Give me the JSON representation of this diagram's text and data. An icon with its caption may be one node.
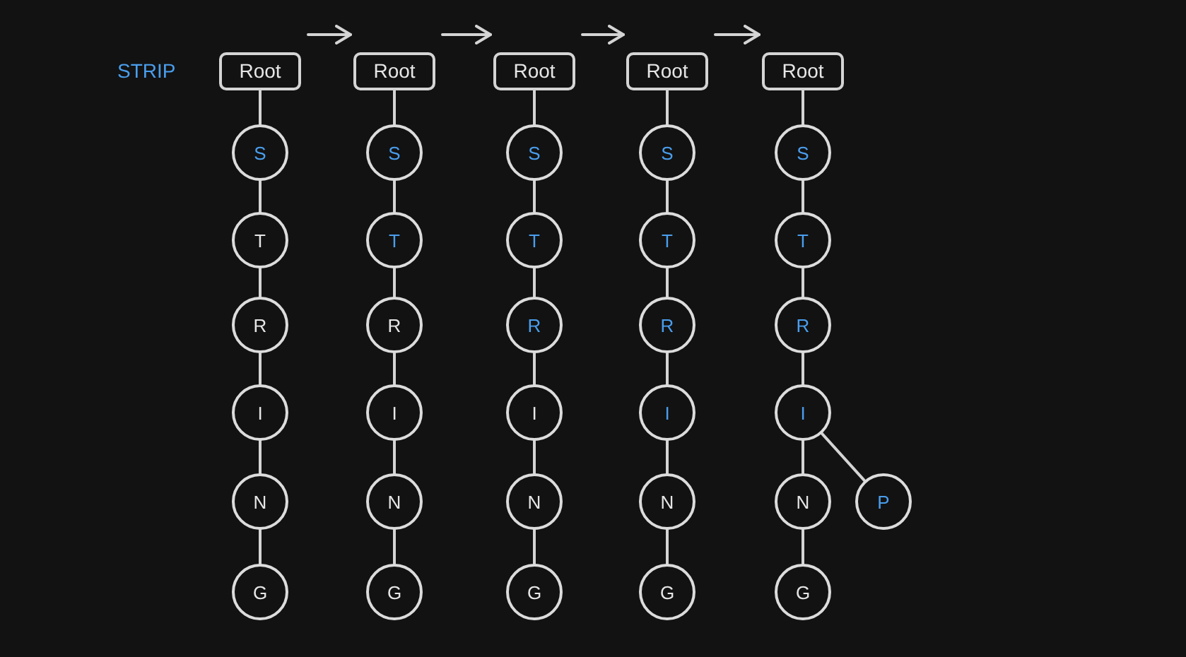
{
  "diagram": {
    "nodes": [
      {
        "text": [
          "Root"
        ]
      },
      {
        "text": [
          "S"
        ]
      },
      {
        "text": [
          "T"
        ]
      },
      {
        "text": [
          "R"
        ]
      },
      {
        "text": [
          "I"
        ]
      },
      {
        "text": [
          "N"
        ]
      },
      {
        "text": [
          "G"
        ]
      },
      {
        "text": [
          "Root"
        ]
      },
      {
        "text": [
          "S"
        ]
      },
      {
        "text": [
          "T"
        ]
      },
      {
        "text": [
          "R"
        ]
      },
      {
        "text": [
          "I"
        ]
      },
      {
        "text": [
          "N"
        ]
      },
      {
        "text": [
          "G"
        ]
      },
      {
        "text": [
          "Root"
        ]
      },
      {
        "text": [
          "S"
        ]
      },
      {
        "text": [
          "T"
        ]
      },
      {
        "text": [
          "R"
        ]
      },
      {
        "text": [
          "I"
        ]
      },
      {
        "text": [
          "N"
        ]
      },
      {
        "text": [
          "G"
        ]
      },
      {
        "text": [
          "Root"
        ]
      },
      {
        "text": [
          "S"
        ]
      },
      {
        "text": [
          "T"
        ]
      },
      {
        "text": [
          "R"
        ]
      },
      {
        "text": [
          "I"
        ]
      },
      {
        "text": [
          "N"
        ]
      },
      {
        "text": [
          "G"
        ]
      },
      {
        "text": [
          "Root"
        ]
      },
      {
        "text": [
          "S"
        ]
      },
      {
        "text": [
          "T"
        ]
      },
      {
        "text": [
          "R"
        ]
      },
      {
        "text": [
          "I"
        ]
      },
      {
        "text": [
          "N"
        ]
      },
      {
        "text": [
          "G"
        ]
      },
      {
        "text": [
          "P"
        ]
      }
    ],
    "edges": [
      {
        "from": 0,
        "to": 7,
        "arrow": "to"
      },
      {
        "from": 7,
        "to": 14,
        "arrow": "to"
      },
      {
        "from": 14,
        "to": 21,
        "arrow": "to"
      },
      {
        "from": 21,
        "to": 28,
        "arrow": "to"
      },
      {
        "from": 0,
        "to": 1,
        "arrow": "none"
      },
      {
        "from": 1,
        "to": 2,
        "arrow": "none"
      },
      {
        "from": 2,
        "to": 3,
        "arrow": "none"
      },
      {
        "from": 3,
        "to": 4,
        "arrow": "none"
      },
      {
        "from": 4,
        "to": 5,
        "arrow": "none"
      },
      {
        "from": 5,
        "to": 6,
        "arrow": "none"
      },
      {
        "from": 7,
        "to": 8,
        "arrow": "none"
      },
      {
        "from": 8,
        "to": 9,
        "arrow": "none"
      },
      {
        "from": 9,
        "to": 10,
        "arrow": "none"
      },
      {
        "from": 10,
        "to": 11,
        "arrow": "none"
      },
      {
        "from": 11,
        "to": 12,
        "arrow": "none"
      },
      {
        "from": 12,
        "to": 13,
        "arrow": "none"
      },
      {
        "from": 14,
        "to": 15,
        "arrow": "none"
      },
      {
        "from": 15,
        "to": 16,
        "arrow": "none"
      },
      {
        "from": 16,
        "to": 17,
        "arrow": "none"
      },
      {
        "from": 17,
        "to": 18,
        "arrow": "none"
      },
      {
        "from": 18,
        "to": 19,
        "arrow": "none"
      },
      {
        "from": 19,
        "to": 20,
        "arrow": "none"
      },
      {
        "from": 21,
        "to": 22,
        "arrow": "none"
      },
      {
        "from": 22,
        "to": 23,
        "arrow": "none"
      },
      {
        "from": 23,
        "to": 24,
        "arrow": "none"
      },
      {
        "from": 24,
        "to": 25,
        "arrow": "none"
      },
      {
        "from": 25,
        "to": 26,
        "arrow": "none"
      },
      {
        "from": 26,
        "to": 27,
        "arrow": "none"
      },
      {
        "from": 28,
        "to": 29,
        "arrow": "none"
      },
      {
        "from": 29,
        "to": 30,
        "arrow": "none"
      },
      {
        "from": 30,
        "to": 31,
        "arrow": "none"
      },
      {
        "from": 31,
        "to": 32,
        "arrow": "none"
      },
      {
        "from": 32,
        "to": 33,
        "arrow": "none"
      },
      {
        "from": 33,
        "to": 34,
        "arrow": "none"
      },
      {
        "from": 32,
        "to": 35,
        "arrow": "none"
      }
    ],
    "labels": [
      "STRIP"
    ]
  }
}
